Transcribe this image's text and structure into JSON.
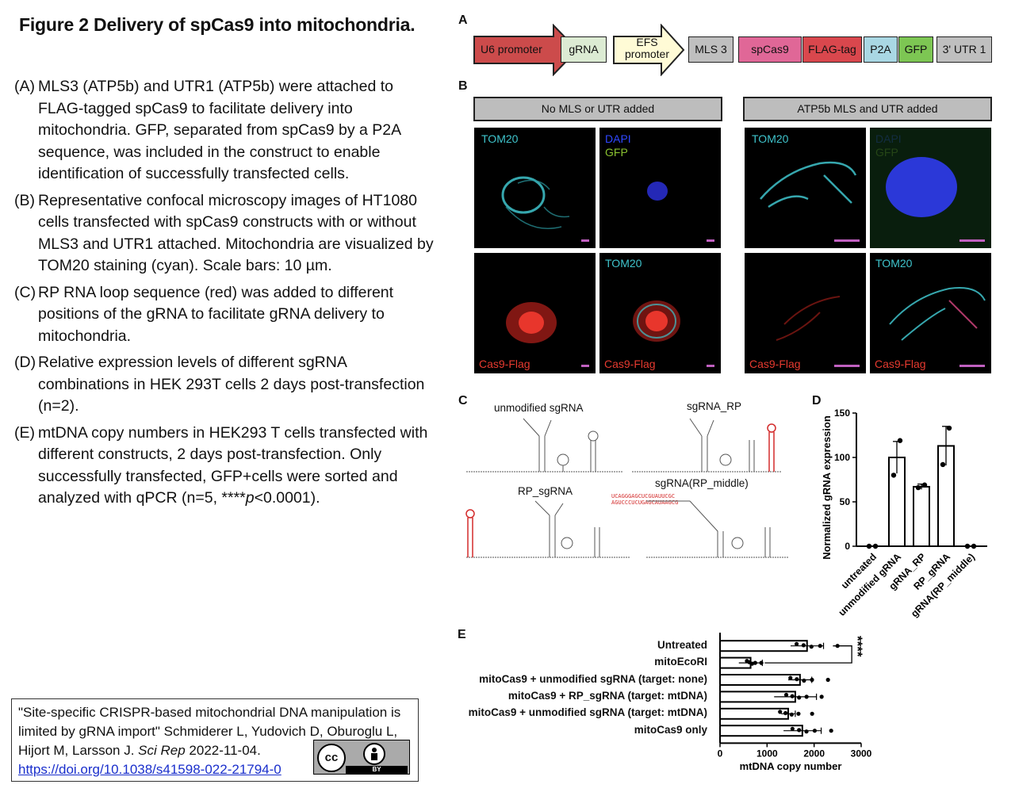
{
  "figure_title": "Figure 2 Delivery of spCas9 into mitochondria.",
  "caption": [
    {
      "tag": "(A)",
      "text": "MLS3 (ATP5b) and UTR1 (ATP5b) were attached to FLAG-tagged spCas9 to facilitate delivery into mitochondria. GFP, separated from spCas9 by a P2A sequence, was included in the construct to enable identification of successfully transfected cells."
    },
    {
      "tag": "(B)",
      "text": "Representative confocal microscopy images of HT1080 cells transfected with spCas9 constructs with or without MLS3 and UTR1 attached. Mitochondria are visualized by TOM20 staining (cyan). Scale bars: 10 µm."
    },
    {
      "tag": "(C)",
      "text": " RP RNA loop sequence (red) was added to different positions of the gRNA to facilitate gRNA delivery to mitochondria."
    },
    {
      "tag": "(D)",
      "text": "Relative expression levels of different sgRNA combinations in HEK 293T cells 2 days post-transfection (n=2)."
    },
    {
      "tag": "(E)",
      "text_pre": "mtDNA copy numbers in HEK293 T cells transfected with different constructs, 2 days post-transfection. Only successfully transfected, GFP+cells were sorted and analyzed with qPCR (n=5, ****",
      "text_em": "p",
      "text_post": "<0.0001)."
    }
  ],
  "citation": {
    "pre": "\"Site-specific CRISPR-based mitochondrial DNA manipulation is limited by gRNA import\" Schmiderer L, Yudovich D, Oburoglu L, Hijort M, Larsson J. ",
    "journal": "Sci Rep",
    "post": " 2022-11-04.",
    "link": "https://doi.org/10.1038/s41598-022-21794-0",
    "license_icon": "cc-by-icon",
    "license_cc": "cc",
    "license_by": "BY"
  },
  "panel_labels": {
    "a": "A",
    "b": "B",
    "c": "C",
    "d": "D",
    "e": "E"
  },
  "construct": {
    "u6": "U6 promoter",
    "grna": "gRNA",
    "efs": "EFS promoter",
    "mls": "MLS 3",
    "spcas9": "spCas9",
    "flag": "FLAG-tag",
    "p2a": "P2A",
    "gfp": "GFP",
    "utr": "3' UTR 1",
    "colors": {
      "u6": "#cc4b4b",
      "spcas9": "#e06797",
      "flag": "#d9474d",
      "p2a": "#a9d7e3",
      "gfp": "#7dc653",
      "gray": "#bfbfbf",
      "grna": "#dcebd3",
      "efs": "#fffbd6"
    }
  },
  "microscopy": {
    "left_header": "No MLS or UTR added",
    "right_header": "ATP5b MLS and UTR added",
    "tom20": "TOM20",
    "dapi": "DAPI",
    "gfp": "GFP",
    "cas9": "Cas9-Flag"
  },
  "rna": {
    "unmodified": "unmodified sgRNA",
    "sgrna_rp": "sgRNA_RP",
    "rp_sgrna": "RP_sgRNA",
    "middle": "sgRNA(RP_middle)",
    "middle_seq1": "UCAGGGAGCUCGUAUUCGC",
    "middle_seq2": "AGUCCCUCUGAGCAUAAGCG"
  },
  "chart_data": [
    {
      "type": "bar",
      "panel": "D",
      "ylabel": "Normalized gRNA expression",
      "categories": [
        "untreated",
        "unmodified gRNA",
        "gRNA_RP",
        "RP_gRNA",
        "gRNA(RP_middle)"
      ],
      "values": [
        0,
        100,
        67,
        113,
        0
      ],
      "errors": [
        0,
        18,
        3,
        22,
        0
      ],
      "points": [
        [
          0,
          0
        ],
        [
          80,
          119
        ],
        [
          66,
          69
        ],
        [
          92,
          133
        ],
        [
          0,
          0
        ]
      ],
      "ylim": [
        0,
        150
      ],
      "yticks": [
        0,
        50,
        100,
        150
      ]
    },
    {
      "type": "bar",
      "orientation": "horizontal",
      "panel": "E",
      "xlabel": "mtDNA copy number",
      "categories": [
        "Untreated",
        "mitoEcoRI",
        "mitoCas9 + unmodified sgRNA (target: none)",
        "mitoCas9 + RP_sgRNA (target: mtDNA)",
        "mitoCas9 + unmodified sgRNA (target: mtDNA)",
        "mitoCas9 only"
      ],
      "values": [
        1850,
        650,
        1700,
        1600,
        1450,
        1750
      ],
      "errors": [
        350,
        250,
        250,
        450,
        150,
        400
      ],
      "xlim": [
        0,
        3000
      ],
      "xticks": [
        0,
        1000,
        2000,
        3000
      ],
      "significance": "****"
    }
  ]
}
